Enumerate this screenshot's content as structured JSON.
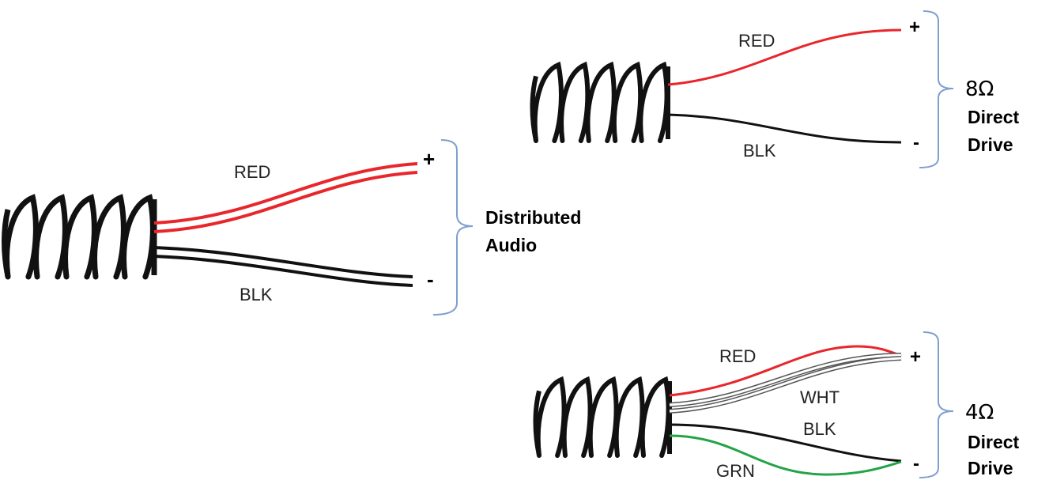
{
  "colors": {
    "red": "#e8262b",
    "black": "#111111",
    "green": "#22a447",
    "white_wire": "#ffffff",
    "white_wire_outline": "#555555",
    "bracket": "#7f9fcf"
  },
  "diagrams": {
    "distributed_audio": {
      "title_line1": "Distributed",
      "title_line2": "Audio",
      "wires": {
        "red": "RED",
        "black": "BLK"
      },
      "terminals": {
        "positive": "+",
        "negative": "-"
      }
    },
    "direct_drive_8ohm": {
      "impedance": "8Ω",
      "title_line1": "Direct",
      "title_line2": "Drive",
      "wires": {
        "red": "RED",
        "black": "BLK"
      },
      "terminals": {
        "positive": "+",
        "negative": "-"
      }
    },
    "direct_drive_4ohm": {
      "impedance": "4Ω",
      "title_line1": "Direct",
      "title_line2": "Drive",
      "wires": {
        "red": "RED",
        "white": "WHT",
        "black": "BLK",
        "green": "GRN"
      },
      "terminals": {
        "positive": "+",
        "negative": "-"
      }
    }
  }
}
